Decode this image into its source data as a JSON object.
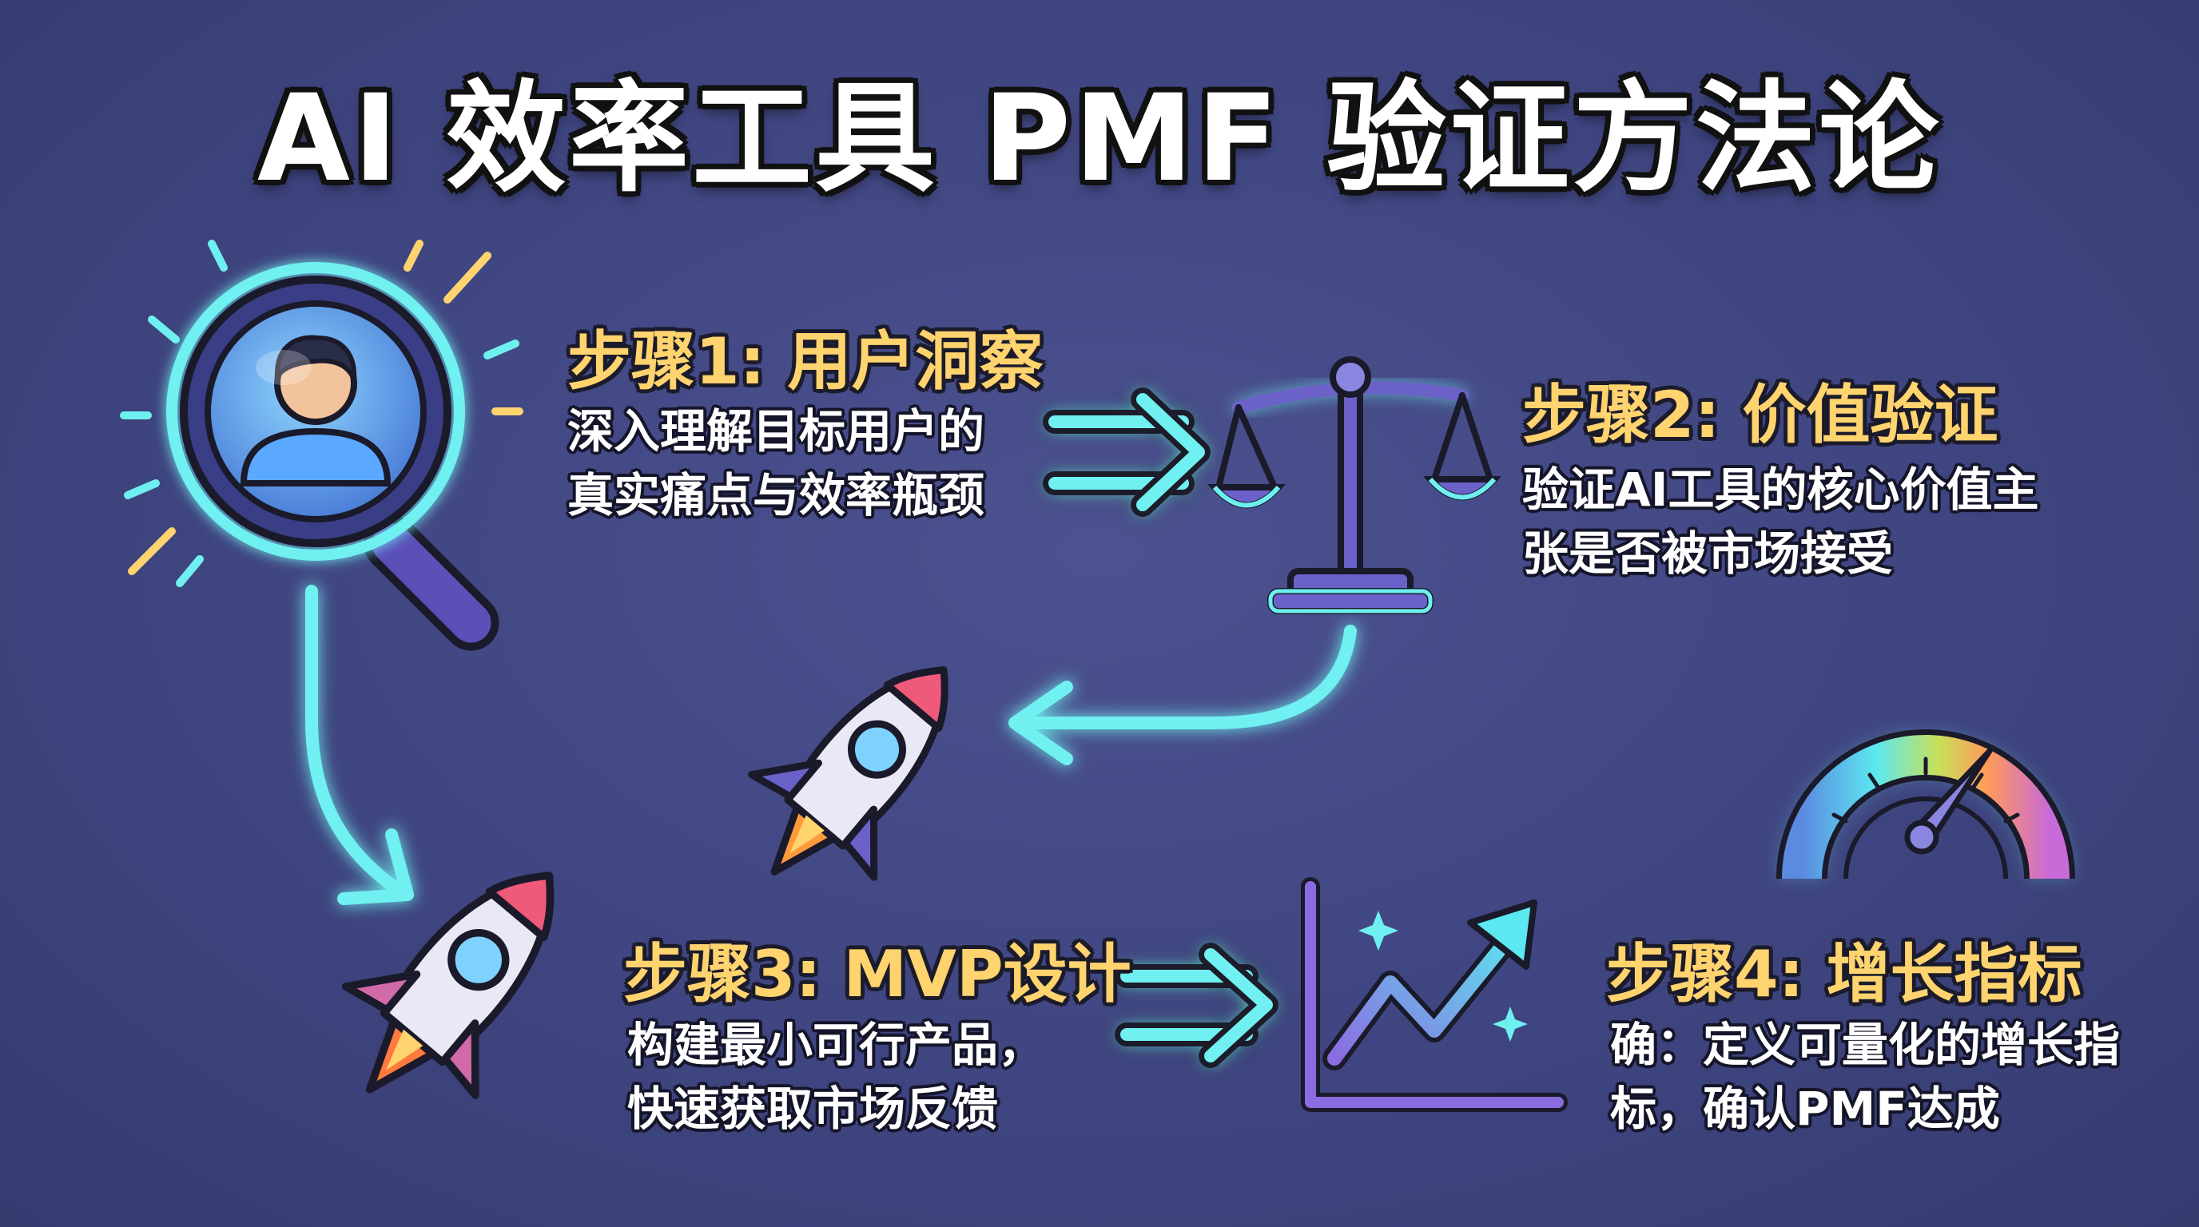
{
  "title": "AI 效率工具 PMF 验证方法论",
  "steps": [
    {
      "title": "步骤1: 用户洞察",
      "desc_lines": [
        "深入理解目标用户的",
        "真实痛点与效率瓶颈"
      ]
    },
    {
      "title": "步骤2: 价值验证",
      "desc_lines": [
        "验证AI工具的核心价值主",
        "张是否被市场接受"
      ]
    },
    {
      "title": "步骤3: MVP设计",
      "desc_lines": [
        "构建最小可行产品，",
        "快速获取市场反馈"
      ]
    },
    {
      "title": "步骤4: 增长指标",
      "desc_lines": [
        "确：定义可量化的增长指",
        "标，确认PMF达成"
      ]
    }
  ],
  "icons": {
    "step1": "magnifier-user-icon",
    "step2": "balance-scale-icon",
    "step3a": "rocket-icon",
    "step3b": "rocket-icon",
    "step4a": "growth-chart-icon",
    "step4b": "speedometer-gauge-icon"
  },
  "colors": {
    "background": "#3f4580",
    "title_text": "#ffffff",
    "step_title": "#ffd36e",
    "arrow_glow": "#6ff0f0",
    "icon_outline": "#5ce8f0",
    "icon_fill": "#6c63c9"
  }
}
